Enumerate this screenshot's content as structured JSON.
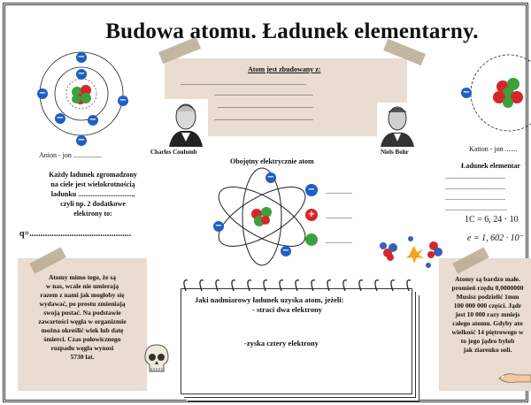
{
  "title": "Budowa atomu. Ładunek elementarny.",
  "top_note": {
    "heading": "Atom jest zbudowany z:",
    "lines": [
      ".......................................................................",
      "........................................................",
      "......................................................",
      "........................................................"
    ]
  },
  "people": {
    "left": "Charles  Coulomb",
    "right": "Niels Bohr"
  },
  "anion": {
    "label": "Anion - jon ................"
  },
  "kation": {
    "label": "Kation - jon ......."
  },
  "neutral_label": "Obojętny elektrycznie atom",
  "left_text": [
    "Każdy ładunek zgromadzony",
    "na ciele jest wielokrotnością",
    "ładunku ...............................,",
    "czyli np. 2 dodatkowe",
    "elektrony to:"
  ],
  "q_label": "q=..............................................",
  "legend_dots": [
    "...............",
    "...............",
    "..............."
  ],
  "right_text": {
    "heading": "Ładunek elementar",
    "lines": [
      "..................................",
      "..................................",
      "..................................",
      "..................................."
    ],
    "formula1": "1C = 6, 24 · 10",
    "formula2": "e = 1, 602 · 10⁻"
  },
  "notebook": {
    "question": "Jaki nadmiarowy ładunek uzyska atom, jeżeli:",
    "a": "- straci dwa elektrony",
    "b": "-zyska cztery elektrony"
  },
  "bottom_left": [
    "Atomy mimo tego, że są",
    "w nas, wcale nie umierają",
    "razem z nami jak mogłoby się",
    "wydawać, po prostu zmieniają",
    "swoją postać.  Na podstawie",
    "zawartości węgla w organizmie",
    "można określić wiek lub datę",
    "śmierci.  Czas połowicznego",
    "rozpadu węgla wynosi",
    "5730 lat."
  ],
  "bottom_right": [
    "Atomy są bardzo małe.",
    "promień rzędu  0,0000000",
    "Musisz podzielić 1mm",
    "100 000 000 części. Jądr",
    "jest 10 000 razy mniejs",
    "całego atomu. Gdyby ato",
    "wielkość 14 piętrowego w",
    "to jego jądro byłob",
    "jak ziarenko soli."
  ],
  "symbols": {
    "electron": "−",
    "proton": "+"
  },
  "colors": {
    "electron": "#1f5fc4",
    "proton": "#d7262b",
    "neutron": "#3aa23a",
    "note": "#e8ddd0"
  }
}
